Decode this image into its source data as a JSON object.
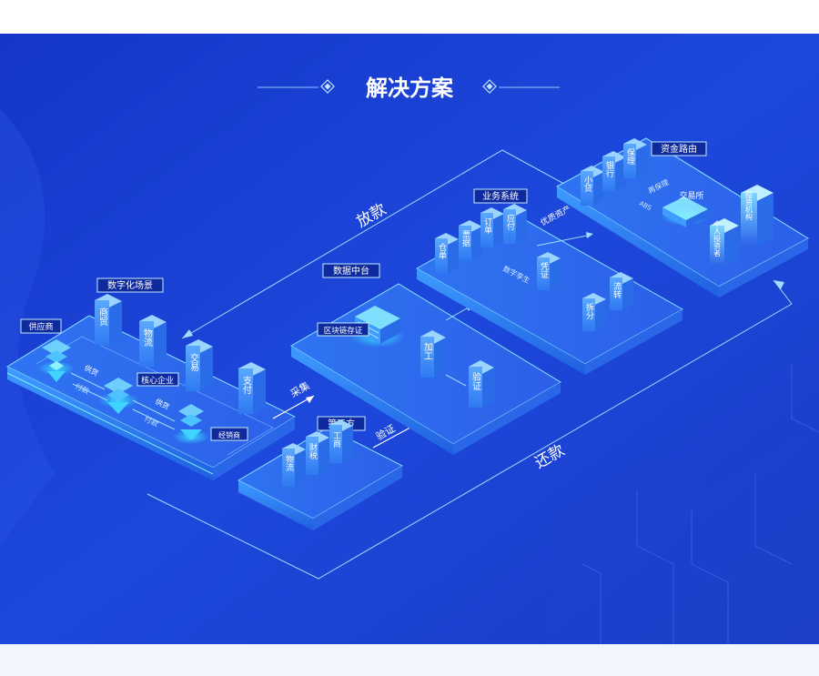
{
  "title": "解决方案",
  "flows": {
    "loan": "放款",
    "repay": "还款",
    "collect": "采集",
    "verify": "验证",
    "supply_goods_1": "供货",
    "pay_1": "付款",
    "supply_goods_2": "供货",
    "pay_2": "付款",
    "digital_twin": "数字孪生",
    "quality_assets": "优质资产",
    "refactoring": "再保理",
    "abs": "ABS"
  },
  "labels": {
    "supplier": "供应商",
    "core_enterprise": "核心企业",
    "distributor": "经销商",
    "digital_scene": "数字化场景",
    "data_center": "数据中台",
    "blockchain_cert": "区块链存证",
    "business_system": "业务系统",
    "third_party": "第三方",
    "fund_routing": "资金路由",
    "exchange": "交易所"
  },
  "blocks": {
    "scene": [
      "商贸",
      "物流",
      "交易",
      "支付"
    ],
    "data": [
      "加工",
      "验证"
    ],
    "business": [
      "仓单",
      "票据",
      "订单",
      "应付"
    ],
    "business_lower": [
      "凭证",
      "拆分",
      "流转"
    ],
    "third": [
      "物流",
      "财税",
      "工商"
    ],
    "fund": [
      "小贷",
      "银行",
      "保理"
    ],
    "institutions": [
      "投资机构",
      "个人投资者"
    ]
  },
  "colors": {
    "bg_top": "#1a3fd6",
    "bg_bottom": "#2043d0",
    "platform_top": "#2b6cf0",
    "block_front": "#3d8cff",
    "accent": "#7fe9ff",
    "label_border": "#c4ecff"
  }
}
